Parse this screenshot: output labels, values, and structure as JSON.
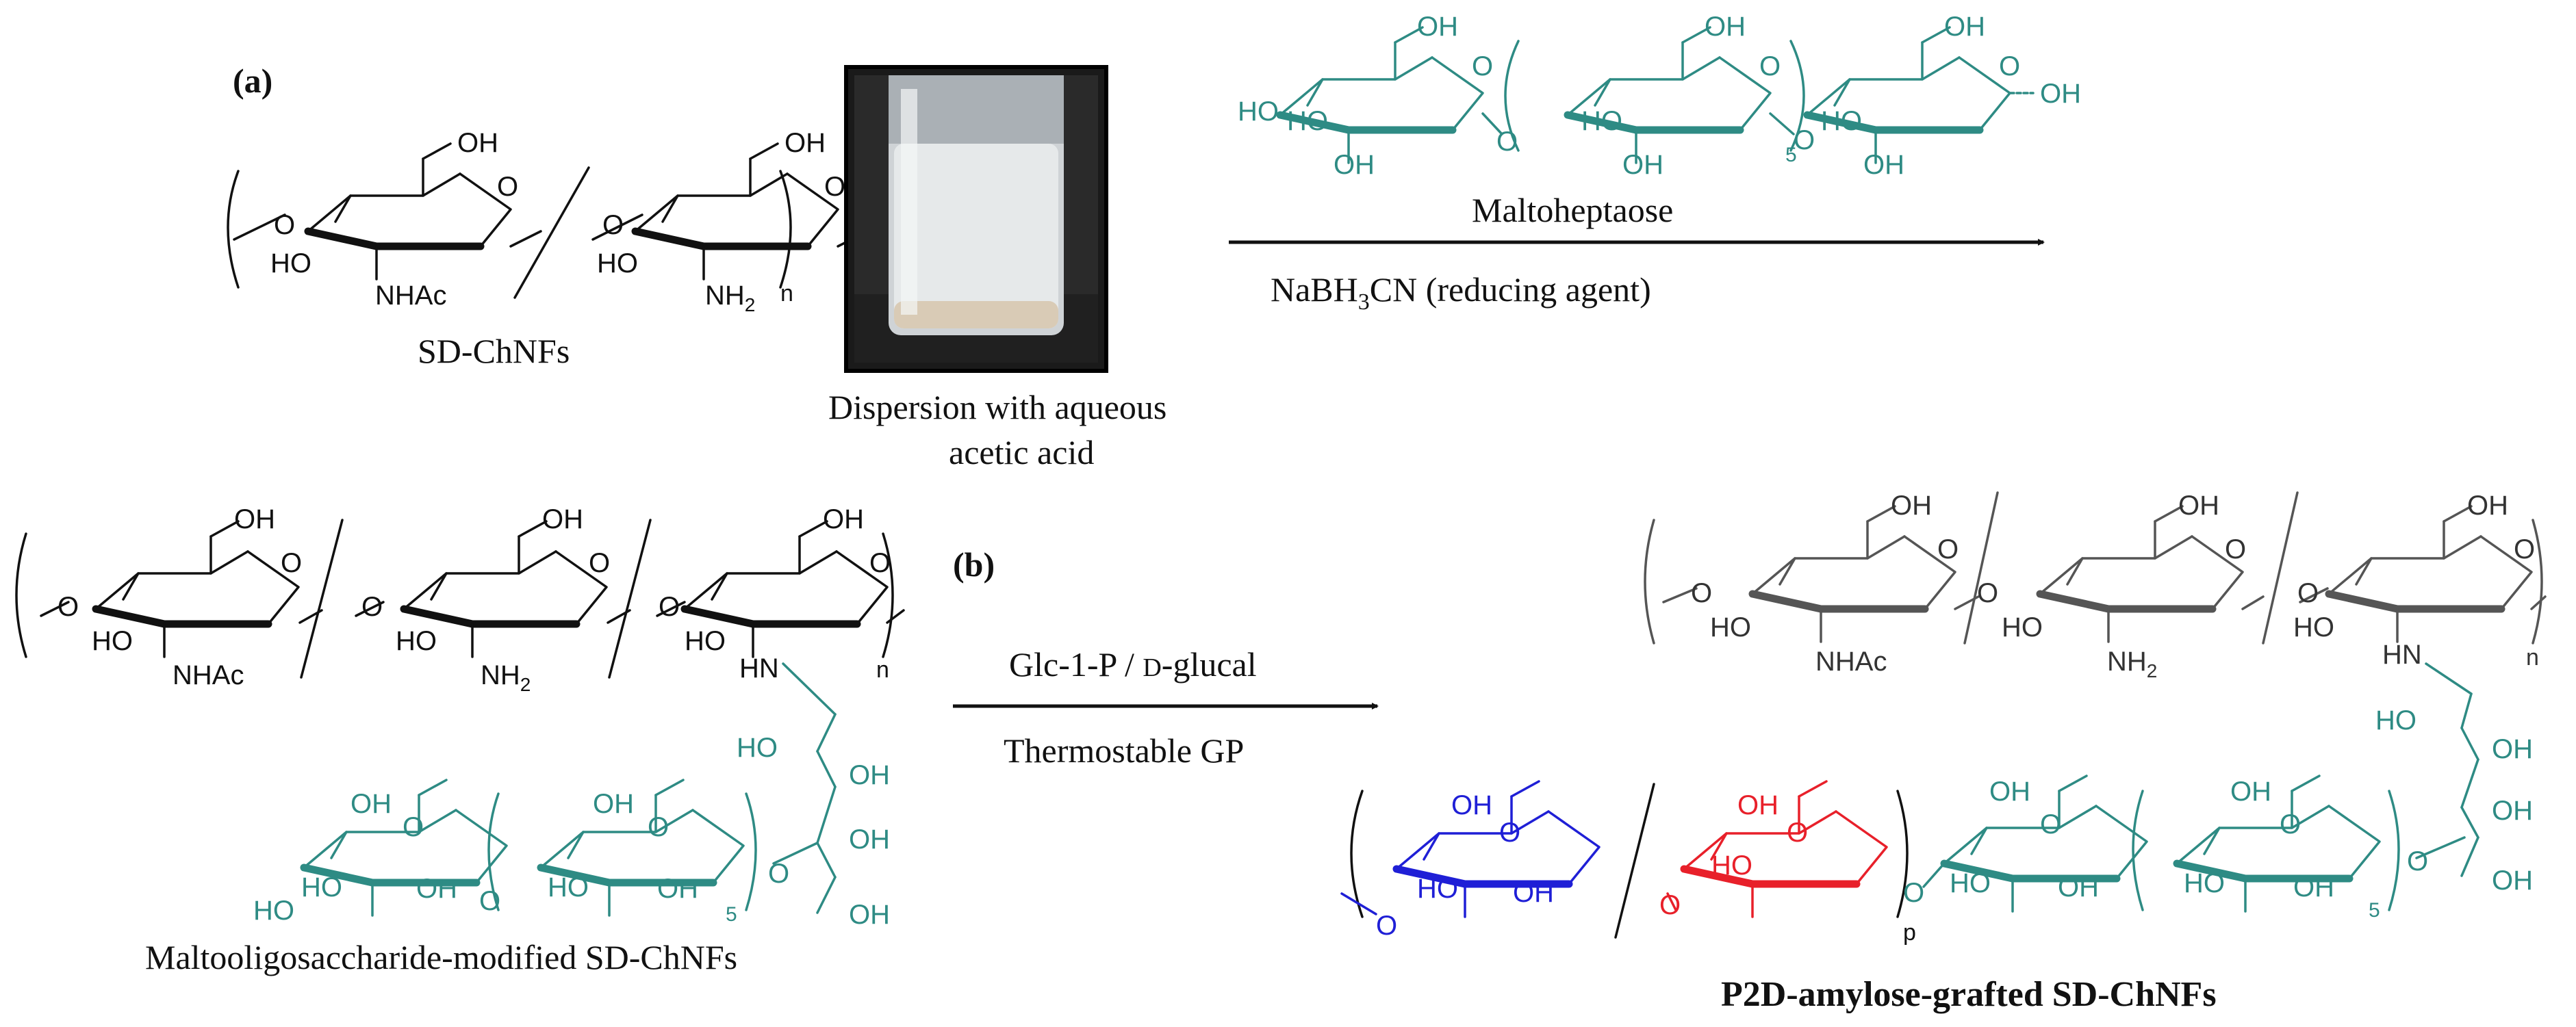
{
  "panels": {
    "a": {
      "label": "(a)",
      "start_name": "SD-ChNFs",
      "photo_caption_line1": "Dispersion with aqueous",
      "photo_caption_line2": "acetic acid",
      "reagent_top": "Maltoheptaose",
      "reagent_bottom_prefix": "NaBH",
      "reagent_bottom_sub": "3",
      "reagent_bottom_suffix": "CN  (reducing agent)"
    },
    "b": {
      "label": "(b)",
      "start_name": "Maltooligosaccharide-modified  SD-ChNFs",
      "reagent_top_prefix": "Glc-1-P / ",
      "reagent_top_sc": "D",
      "reagent_top_suffix": "-glucal",
      "reagent_bottom": "Thermostable GP",
      "product_name": "P2D-amylose-grafted SD-ChNFs"
    }
  },
  "chem_labels": {
    "oh": "OH",
    "ho": "HO",
    "o": "O",
    "nhac": "NHAc",
    "nh2_base": "NH",
    "nh2_sub": "2",
    "hn": "HN",
    "n": "n",
    "five": "5",
    "p": "p"
  },
  "colors": {
    "black": "#111111",
    "teal": "#2e8b84",
    "blue": "#1f1fd6",
    "red": "#e8202a",
    "label_blue": "#2424c8"
  }
}
